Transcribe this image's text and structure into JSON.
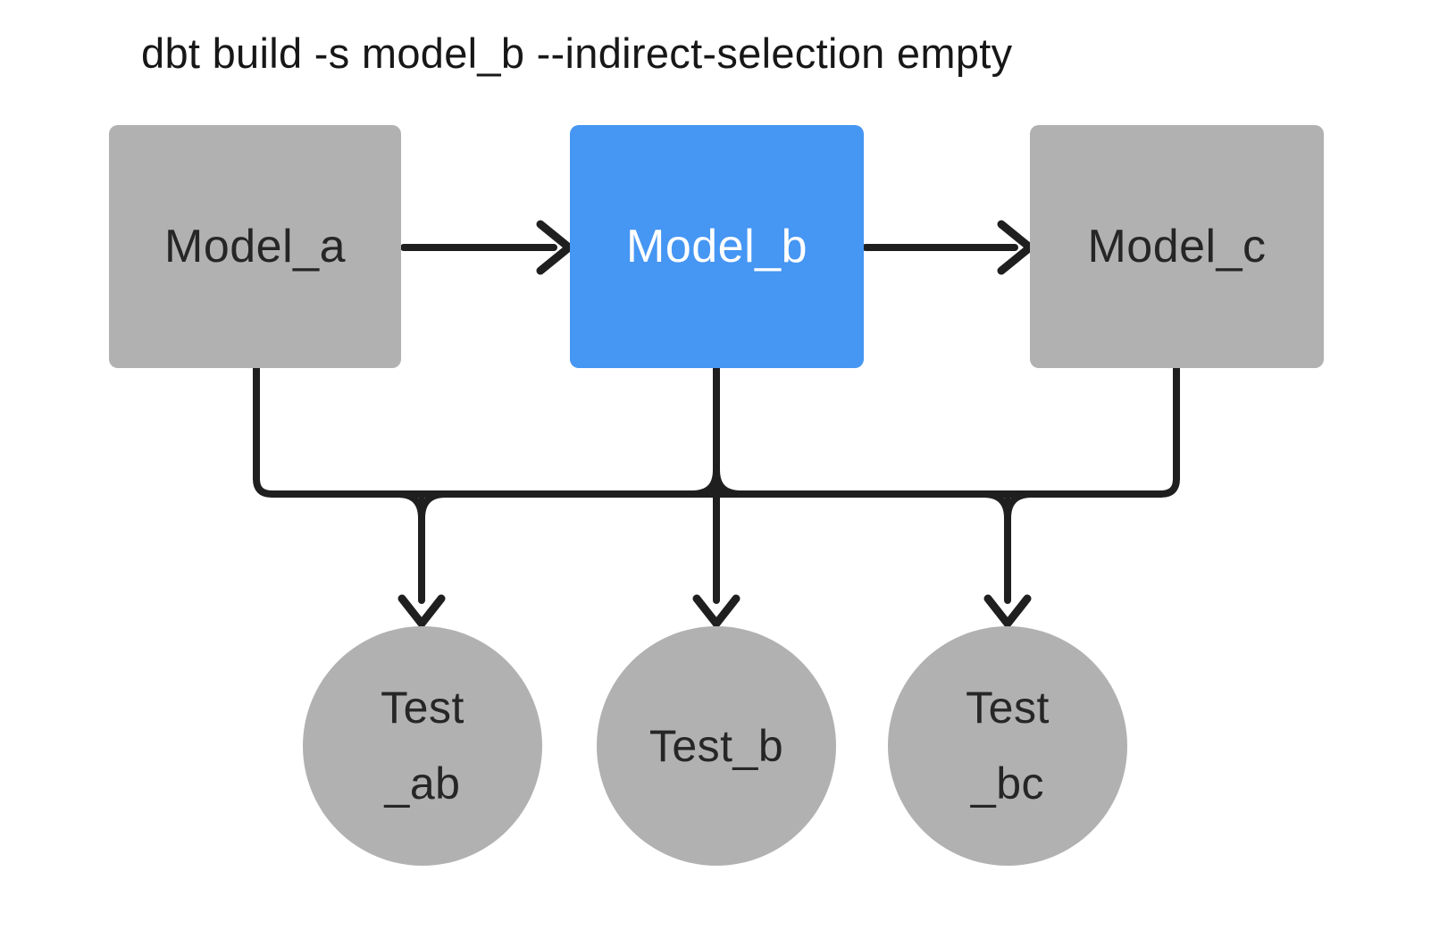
{
  "title": "dbt build -s model_b --indirect-selection empty",
  "colors": {
    "node_gray": "#b1b1b1",
    "selected_blue": "#4696f3",
    "edge_black": "#1f1f1f",
    "label_dark": "#262626",
    "label_light": "#ffffff",
    "background": "#ffffff"
  },
  "diagram": {
    "models": [
      {
        "id": "model_a",
        "label": "Model_a",
        "selected": false
      },
      {
        "id": "model_b",
        "label": "Model_b",
        "selected": true
      },
      {
        "id": "model_c",
        "label": "Model_c",
        "selected": false
      }
    ],
    "tests": [
      {
        "id": "test_ab",
        "label_lines": [
          "Test",
          "_ab"
        ]
      },
      {
        "id": "test_b",
        "label_lines": [
          "Test_b"
        ]
      },
      {
        "id": "test_bc",
        "label_lines": [
          "Test",
          "_bc"
        ]
      }
    ],
    "edges": [
      {
        "from": "model_a",
        "to": "model_b"
      },
      {
        "from": "model_b",
        "to": "model_c"
      },
      {
        "from": "model_a",
        "to": "test_ab"
      },
      {
        "from": "model_b",
        "to": "test_ab"
      },
      {
        "from": "model_b",
        "to": "test_b"
      },
      {
        "from": "model_b",
        "to": "test_bc"
      },
      {
        "from": "model_c",
        "to": "test_bc"
      }
    ]
  }
}
